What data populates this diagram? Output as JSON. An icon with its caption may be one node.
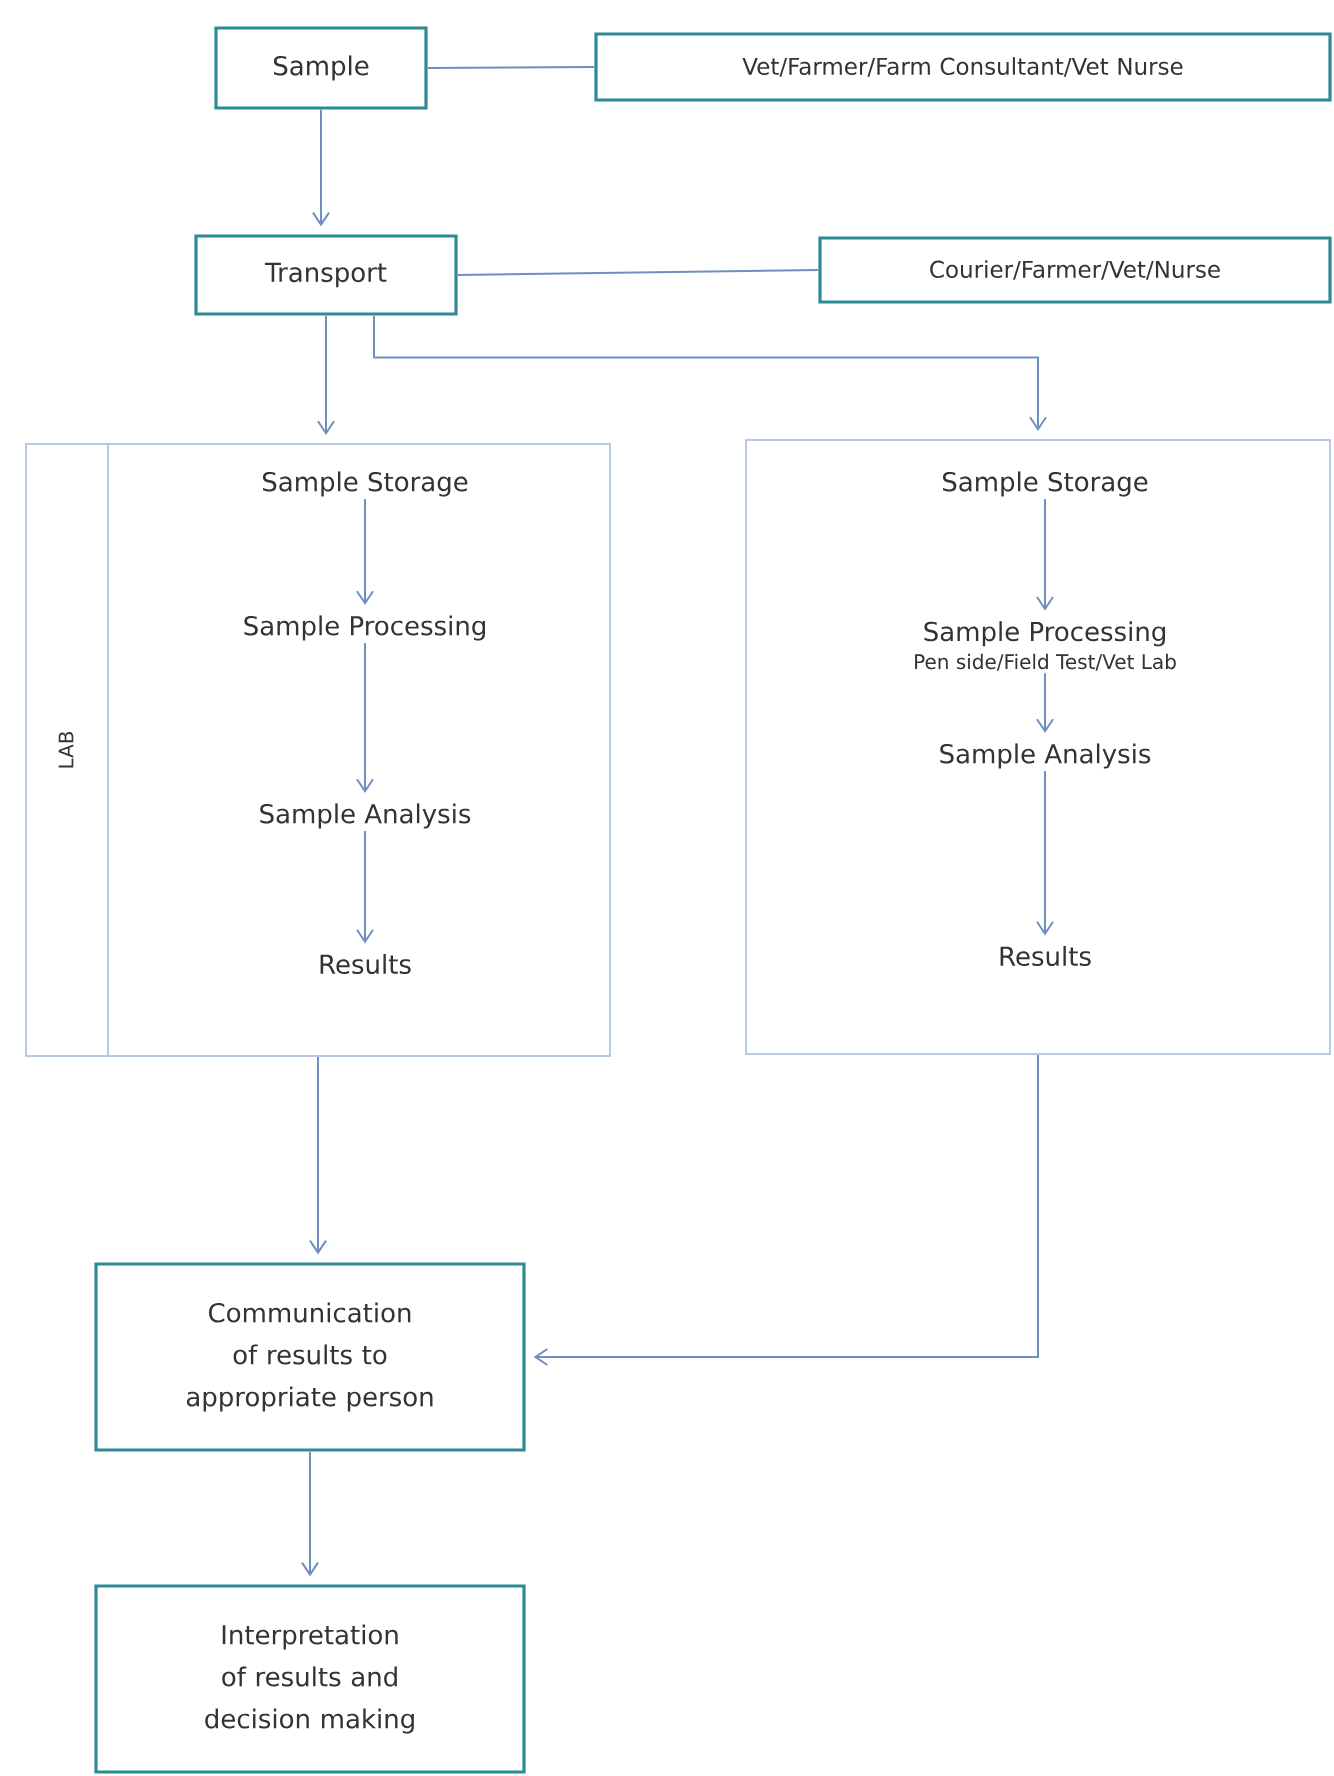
{
  "diagram": {
    "nodes": [
      {
        "text": [
          "Sample"
        ]
      },
      {
        "text": [
          "Vet/Farmer/Farm  Consultant/Vet Nurse"
        ]
      },
      {
        "text": [
          "Transport"
        ]
      },
      {
        "text": [
          "Courier/Farmer/Vet/Nurse"
        ]
      },
      {
        "text": [
          "LAB"
        ]
      },
      {
        "text": [
          "Sample Storage"
        ],
        "in": 4
      },
      {
        "text": [
          "Sample Processing"
        ],
        "in": 4
      },
      {
        "text": [
          "Sample Analysis"
        ],
        "in": 4
      },
      {
        "text": [
          "Results"
        ],
        "in": 4
      },
      {
        "text": [],
        "shape": "box"
      },
      {
        "text": [
          "Sample Storage"
        ],
        "in": 9
      },
      {
        "text": [
          "Sample Processing",
          "Pen side/Field Test/Vet Lab"
        ],
        "in": 9
      },
      {
        "text": [
          "Sample Analysis"
        ],
        "in": 9
      },
      {
        "text": [
          "Results"
        ],
        "in": 9
      },
      {
        "text": [
          "Communication of results to appropriate person"
        ]
      },
      {
        "text": [
          "Interpretation of results and decision making"
        ]
      }
    ],
    "edges": [
      {
        "from": 0,
        "to": 1,
        "arrow": "none"
      },
      {
        "from": 0,
        "to": 2,
        "arrow": "to"
      },
      {
        "from": 2,
        "to": 3,
        "arrow": "none"
      },
      {
        "from": 2,
        "to": 4,
        "arrow": "to"
      },
      {
        "from": 2,
        "to": 9,
        "arrow": "to"
      },
      {
        "from": 5,
        "to": 6,
        "arrow": "to"
      },
      {
        "from": 6,
        "to": 7,
        "arrow": "to"
      },
      {
        "from": 7,
        "to": 8,
        "arrow": "to"
      },
      {
        "from": 10,
        "to": 11,
        "arrow": "to"
      },
      {
        "from": 11,
        "to": 12,
        "arrow": "to"
      },
      {
        "from": 12,
        "to": 13,
        "arrow": "to"
      },
      {
        "from": 4,
        "to": 14,
        "arrow": "to"
      },
      {
        "from": 9,
        "to": 14,
        "arrow": "to"
      },
      {
        "from": 14,
        "to": 15,
        "arrow": "to"
      }
    ]
  }
}
